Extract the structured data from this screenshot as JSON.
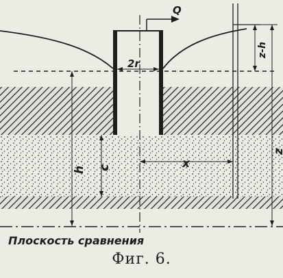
{
  "labels": {
    "q": "Q",
    "two_r": "2r",
    "z_minus_h": "z-h",
    "z": "z",
    "h": "h",
    "c": "c",
    "x": "x",
    "reference_plane": "Плоскость сравнения"
  },
  "caption": "Фиг. 6.",
  "colors": {
    "ink": "#1d1d1d",
    "paper": "#ecebe4",
    "soil_band": "#b9b8b0"
  }
}
